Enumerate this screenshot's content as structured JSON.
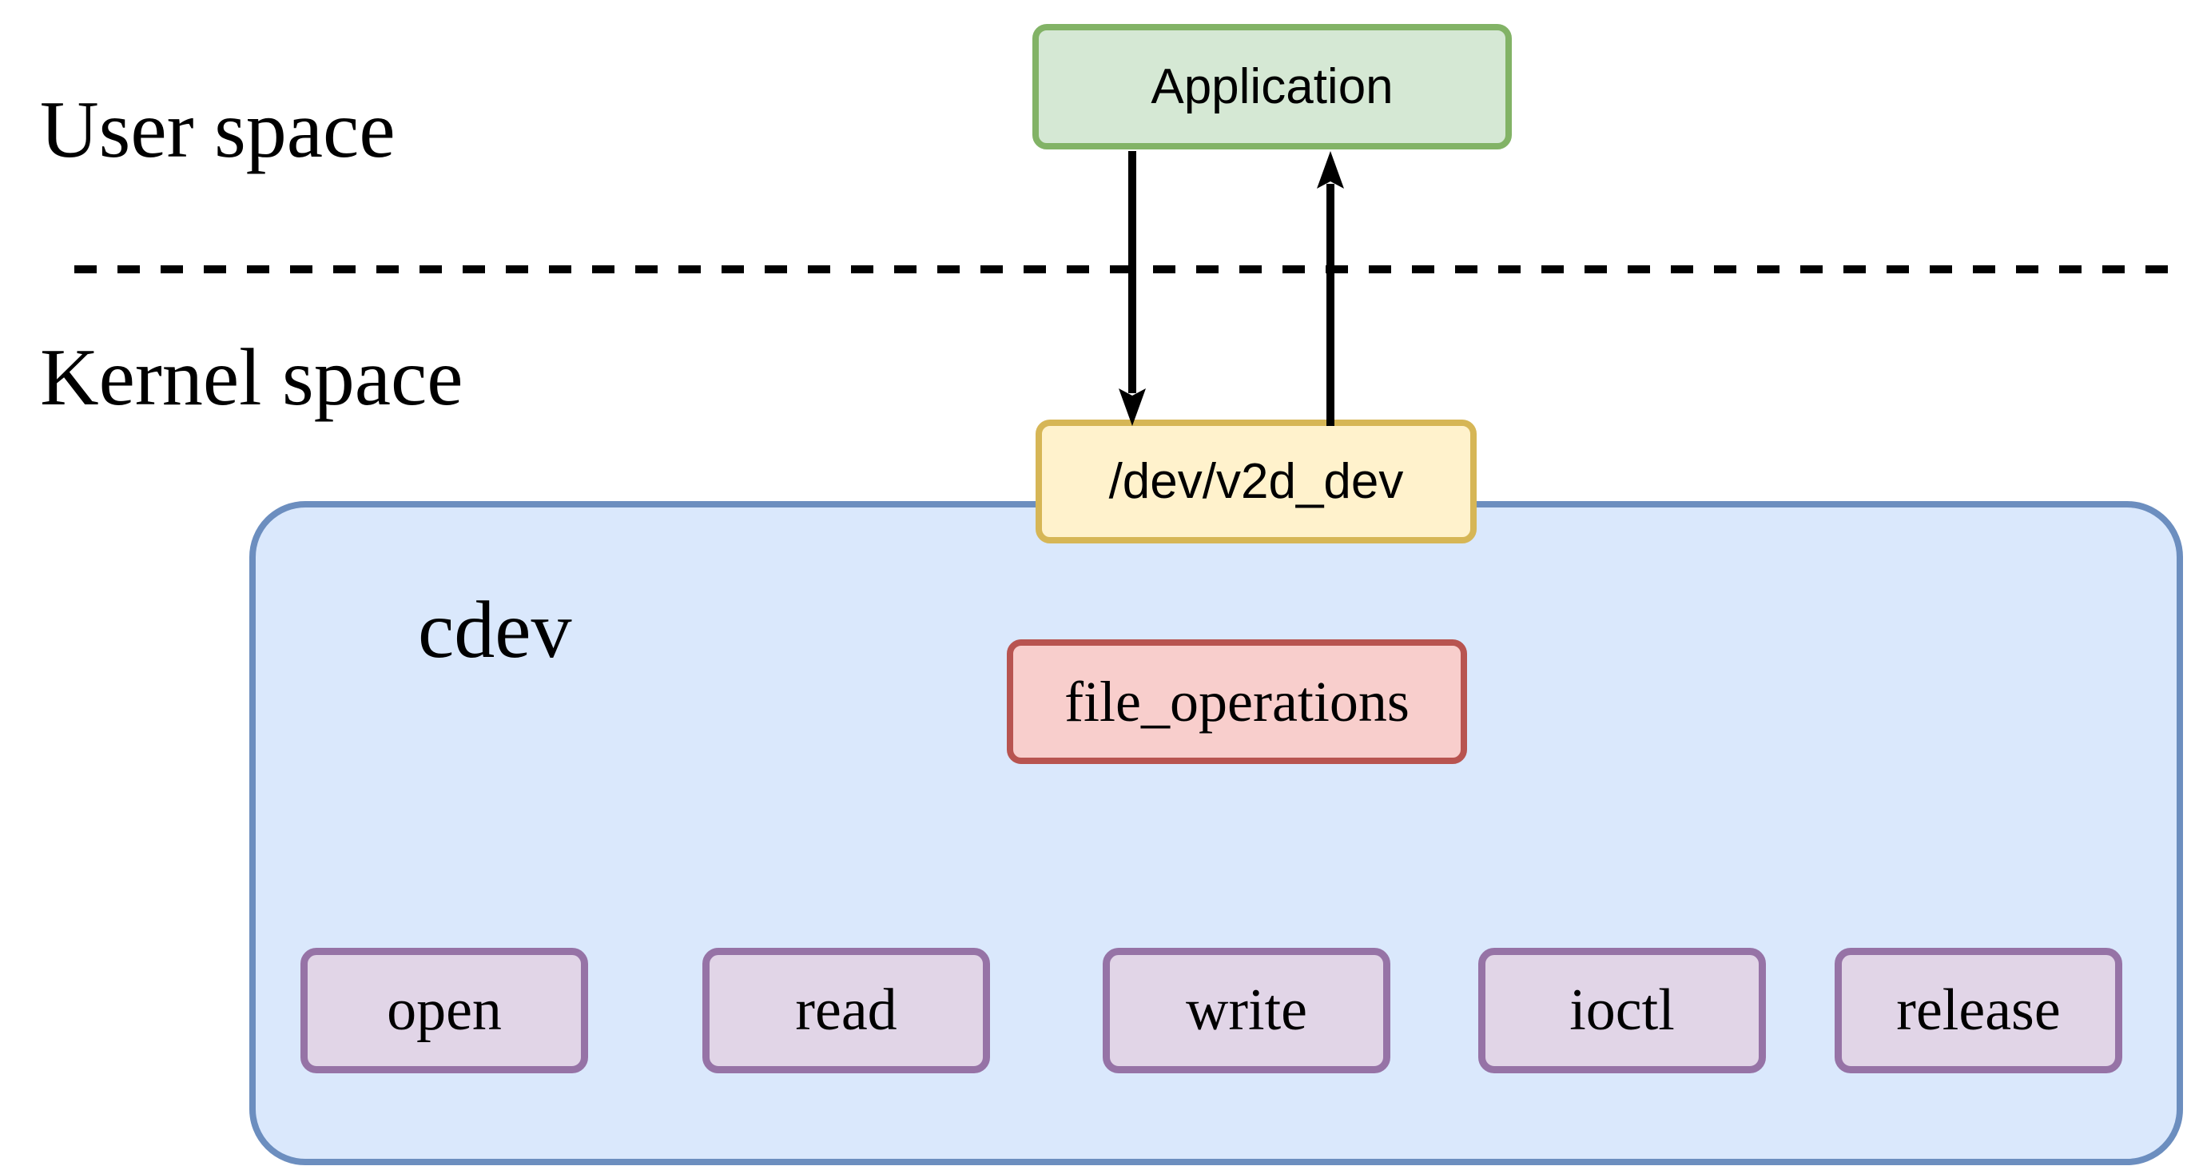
{
  "diagram": {
    "regions": {
      "user_space_label": "User space",
      "kernel_space_label": "Kernel space",
      "cdev_label": "cdev"
    },
    "nodes": {
      "application": {
        "label": "Application"
      },
      "device_file": {
        "label": "/dev/v2d_dev"
      },
      "file_operations": {
        "label": "file_operations"
      },
      "operations": [
        {
          "label": "open"
        },
        {
          "label": "read"
        },
        {
          "label": "write"
        },
        {
          "label": "ioctl"
        },
        {
          "label": "release"
        }
      ]
    },
    "edges": [
      {
        "from": "application",
        "to": "device_file",
        "direction": "down"
      },
      {
        "from": "device_file",
        "to": "application",
        "direction": "up"
      }
    ],
    "colors": {
      "application_fill": "#D5E8D4",
      "application_border": "#82B366",
      "device_file_fill": "#FFF2CC",
      "device_file_border": "#D6B656",
      "cdev_fill": "#DAE8FC",
      "cdev_border": "#6C8EBF",
      "file_operations_fill": "#F8CECC",
      "file_operations_border": "#B85450",
      "operation_fill": "#E1D5E7",
      "operation_border": "#9673A6",
      "line_color": "#000000",
      "background": "#FFFFFF"
    }
  }
}
